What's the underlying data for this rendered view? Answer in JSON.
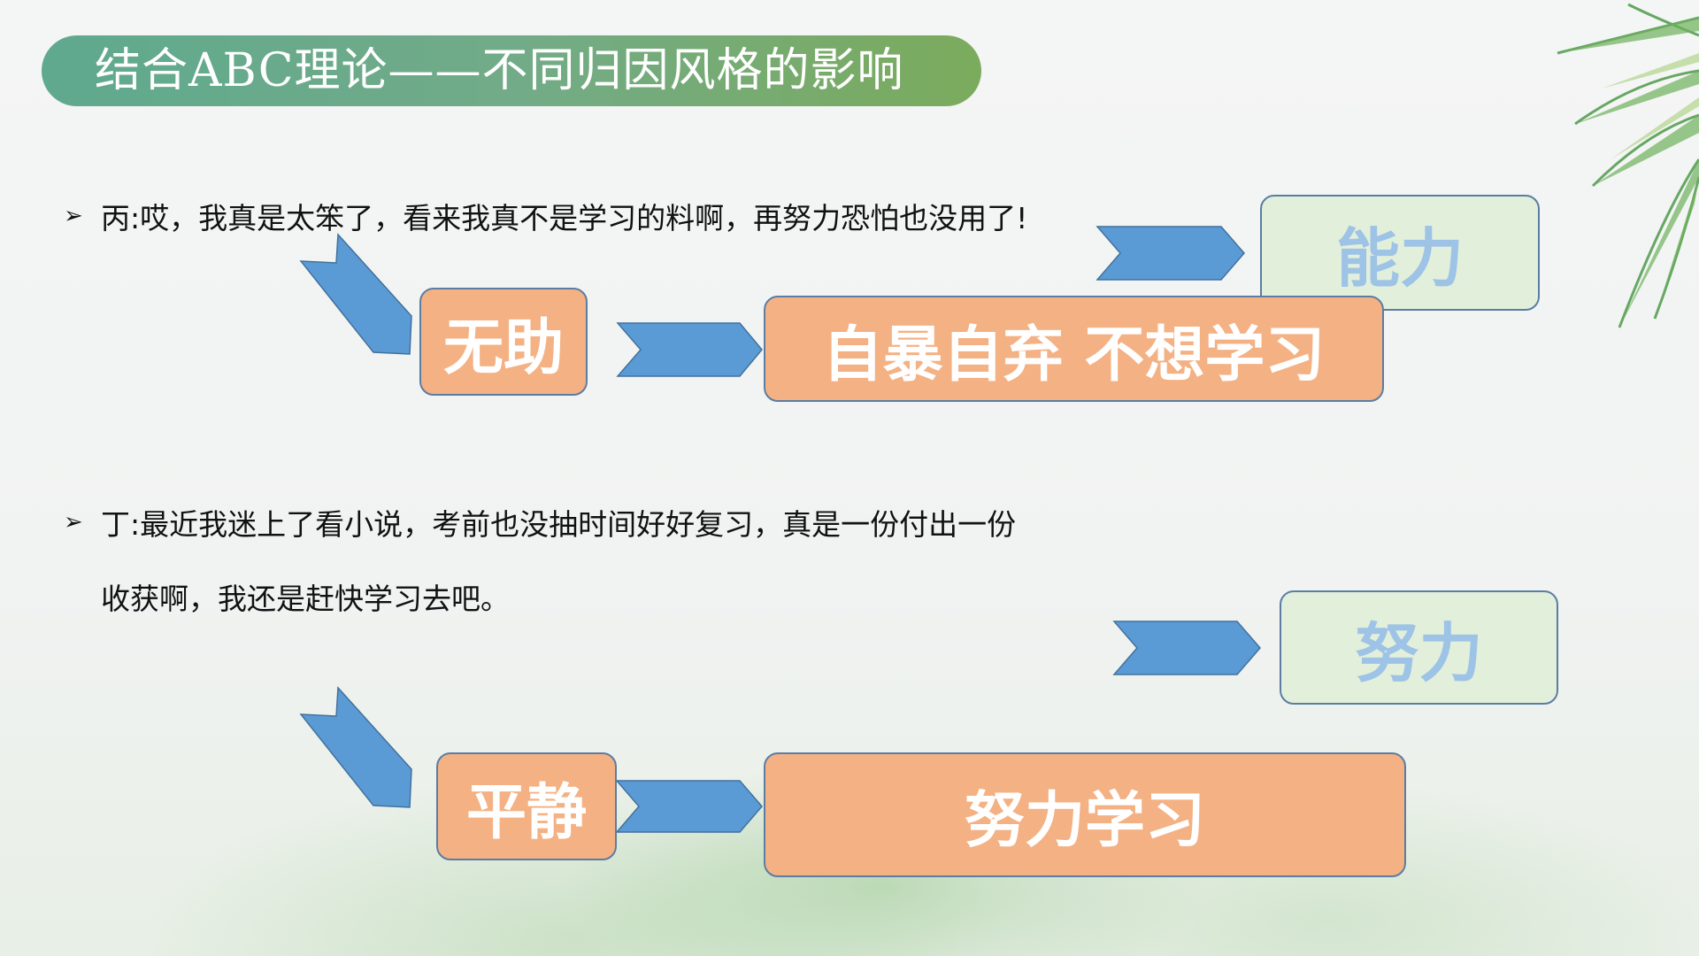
{
  "title": "结合ABC理论——不同归因风格的影响",
  "section1": {
    "bullet": "丙:哎，我真是太笨了，看来我真不是学习的料啊，再努力恐怕也没用了!",
    "emotion": "无助",
    "behavior": "自暴自弃 不想学习",
    "attribution": "能力"
  },
  "section2": {
    "bullet_line1": "丁:最近我迷上了看小说，考前也没抽时间好好复习，真是一份付出一份",
    "bullet_line2": "收获啊，我还是赶快学习去吧。",
    "emotion": "平静",
    "behavior": "努力学习",
    "attribution": "努力"
  },
  "colors": {
    "arrow": "#5b9bd5",
    "orange_box": "#f4b183",
    "green_box": "#e2efda",
    "green_text": "#9dc3e6"
  }
}
